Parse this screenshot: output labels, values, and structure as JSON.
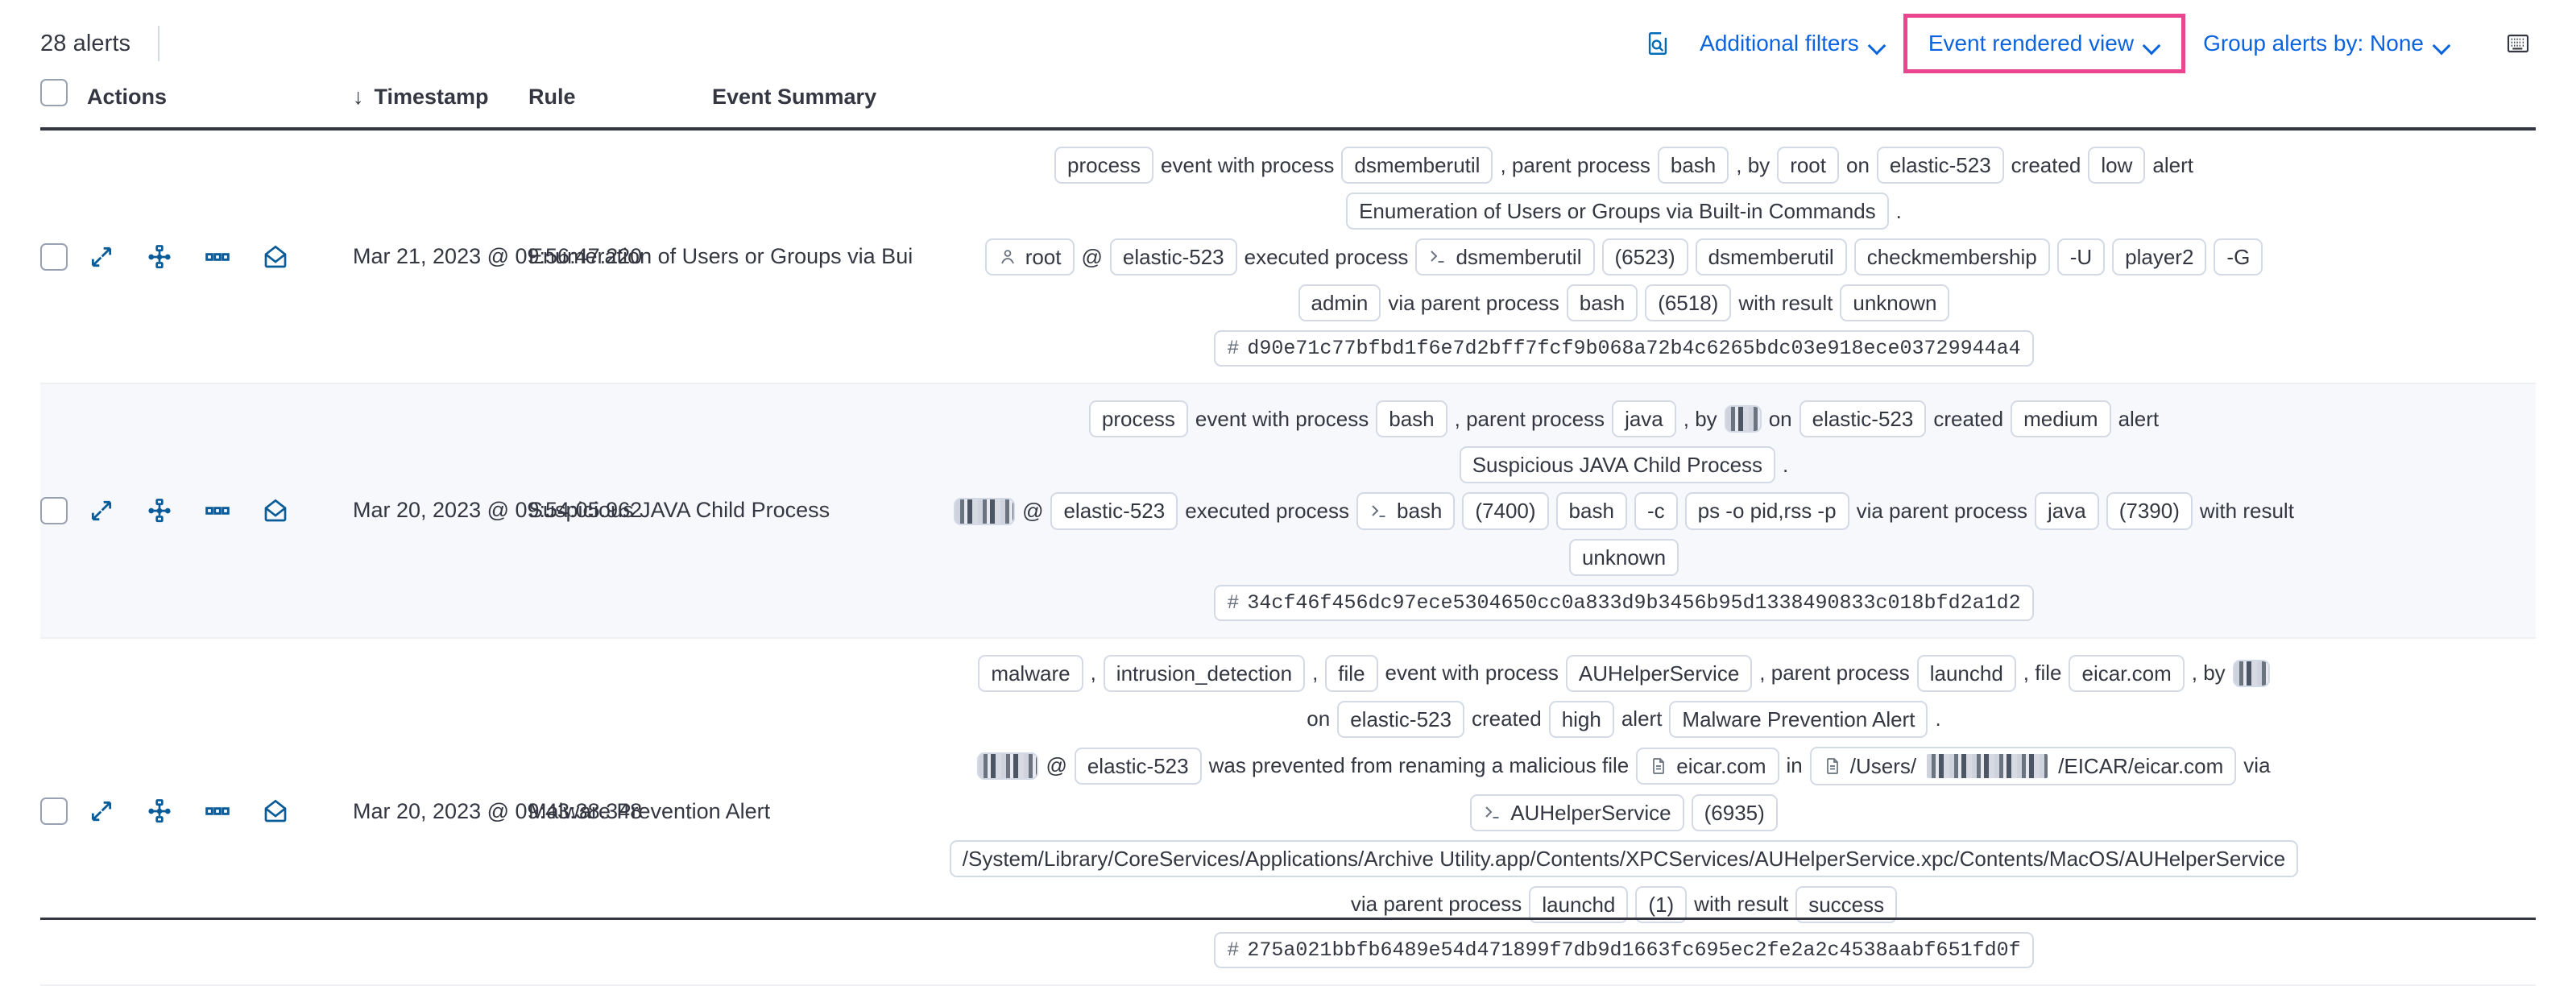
{
  "toolbar": {
    "alerts_count": "28 alerts",
    "inspect_icon": "inspect-icon",
    "additional_filters": "Additional filters",
    "event_rendered_view": "Event rendered view",
    "group_alerts_by": "Group alerts by: None",
    "keyboard_icon": "keyboard-shortcuts-icon",
    "highlight_color": "#e9468f",
    "link_color": "#0b64dd"
  },
  "table": {
    "headers": {
      "select_all": "",
      "actions": "Actions",
      "timestamp": "Timestamp",
      "sort_arrow": "↓",
      "rule": "Rule",
      "event_summary": "Event Summary"
    },
    "row_actions": [
      "expand-icon",
      "analyzer-icon",
      "more-actions-icon",
      "session-view-icon"
    ],
    "rows": [
      {
        "timestamp": "Mar 21, 2023 @ 09:56:47.220",
        "rule": "Enumeration of Users or Groups via Bui",
        "summary_lines": [
          [
            {
              "t": "chip",
              "v": "process"
            },
            {
              "t": "txt",
              "v": "event with process"
            },
            {
              "t": "chip",
              "v": "dsmemberutil"
            },
            {
              "t": "txt",
              "v": ", parent process"
            },
            {
              "t": "chip",
              "v": "bash"
            },
            {
              "t": "txt",
              "v": ", by"
            },
            {
              "t": "chip",
              "v": "root"
            },
            {
              "t": "txt",
              "v": "on"
            },
            {
              "t": "chip",
              "v": "elastic-523"
            },
            {
              "t": "txt",
              "v": "created"
            },
            {
              "t": "chip",
              "v": "low"
            },
            {
              "t": "txt",
              "v": "alert"
            }
          ],
          [
            {
              "t": "chip",
              "v": "Enumeration of Users or Groups via Built-in Commands"
            },
            {
              "t": "txt",
              "v": "."
            }
          ],
          [
            {
              "t": "chip",
              "v": "root",
              "icon": "user-icon"
            },
            {
              "t": "txt",
              "v": "@"
            },
            {
              "t": "chip",
              "v": "elastic-523"
            },
            {
              "t": "txt",
              "v": "executed process"
            },
            {
              "t": "chip",
              "v": "dsmemberutil",
              "icon": "console-icon"
            },
            {
              "t": "chip",
              "v": "(6523)"
            },
            {
              "t": "chip",
              "v": "dsmemberutil"
            },
            {
              "t": "chip",
              "v": "checkmembership"
            },
            {
              "t": "chip",
              "v": "-U"
            },
            {
              "t": "chip",
              "v": "player2"
            },
            {
              "t": "chip",
              "v": "-G"
            }
          ],
          [
            {
              "t": "chip",
              "v": "admin"
            },
            {
              "t": "txt",
              "v": "via parent process"
            },
            {
              "t": "chip",
              "v": "bash"
            },
            {
              "t": "chip",
              "v": "(6518)"
            },
            {
              "t": "txt",
              "v": "with result"
            },
            {
              "t": "chip",
              "v": "unknown"
            }
          ],
          [
            {
              "t": "hash",
              "v": "d90e71c77bfbd1f6e7d2bff7fcf9b068a72b4c6265bdc03e918ece03729944a4",
              "pre": "#"
            }
          ]
        ]
      },
      {
        "timestamp": "Mar 20, 2023 @ 09:54:05.962",
        "rule": "Suspicious JAVA Child Process",
        "summary_lines": [
          [
            {
              "t": "chip",
              "v": "process"
            },
            {
              "t": "txt",
              "v": "event with process"
            },
            {
              "t": "chip",
              "v": "bash"
            },
            {
              "t": "txt",
              "v": ", parent process"
            },
            {
              "t": "chip",
              "v": "java"
            },
            {
              "t": "txt",
              "v": ", by"
            },
            {
              "t": "redacted",
              "v": ""
            },
            {
              "t": "txt",
              "v": "on"
            },
            {
              "t": "chip",
              "v": "elastic-523"
            },
            {
              "t": "txt",
              "v": "created"
            },
            {
              "t": "chip",
              "v": "medium"
            },
            {
              "t": "txt",
              "v": "alert"
            }
          ],
          [
            {
              "t": "chip",
              "v": "Suspicious JAVA Child Process"
            },
            {
              "t": "txt",
              "v": "."
            }
          ],
          [
            {
              "t": "redacted",
              "v": "",
              "wide": true
            },
            {
              "t": "txt",
              "v": "@"
            },
            {
              "t": "chip",
              "v": "elastic-523"
            },
            {
              "t": "txt",
              "v": "executed process"
            },
            {
              "t": "chip",
              "v": "bash",
              "icon": "console-icon"
            },
            {
              "t": "chip",
              "v": "(7400)"
            },
            {
              "t": "chip",
              "v": "bash"
            },
            {
              "t": "chip",
              "v": "-c"
            },
            {
              "t": "chip",
              "v": "ps -o pid,rss -p"
            },
            {
              "t": "txt",
              "v": "via parent process"
            },
            {
              "t": "chip",
              "v": "java"
            },
            {
              "t": "chip",
              "v": "(7390)"
            },
            {
              "t": "txt",
              "v": "with result"
            }
          ],
          [
            {
              "t": "chip",
              "v": "unknown"
            }
          ],
          [
            {
              "t": "hash",
              "v": "34cf46f456dc97ece5304650cc0a833d9b3456b95d1338490833c018bfd2a1d2",
              "pre": "#"
            }
          ]
        ]
      },
      {
        "timestamp": "Mar 20, 2023 @ 09:43:38.348",
        "rule": "Malware Prevention Alert",
        "summary_lines": [
          [
            {
              "t": "chip",
              "v": "malware"
            },
            {
              "t": "txt",
              "v": ","
            },
            {
              "t": "chip",
              "v": "intrusion_detection"
            },
            {
              "t": "txt",
              "v": ","
            },
            {
              "t": "chip",
              "v": "file"
            },
            {
              "t": "txt",
              "v": "event with process"
            },
            {
              "t": "chip",
              "v": "AUHelperService"
            },
            {
              "t": "txt",
              "v": ", parent process"
            },
            {
              "t": "chip",
              "v": "launchd"
            },
            {
              "t": "txt",
              "v": ", file"
            },
            {
              "t": "chip",
              "v": "eicar.com"
            },
            {
              "t": "txt",
              "v": ", by"
            },
            {
              "t": "redacted",
              "v": ""
            }
          ],
          [
            {
              "t": "txt",
              "v": "on"
            },
            {
              "t": "chip",
              "v": "elastic-523"
            },
            {
              "t": "txt",
              "v": "created"
            },
            {
              "t": "chip",
              "v": "high"
            },
            {
              "t": "txt",
              "v": "alert"
            },
            {
              "t": "chip",
              "v": "Malware Prevention Alert"
            },
            {
              "t": "txt",
              "v": "."
            }
          ],
          [
            {
              "t": "redacted",
              "v": "",
              "wide": true
            },
            {
              "t": "txt",
              "v": "@"
            },
            {
              "t": "chip",
              "v": "elastic-523"
            },
            {
              "t": "txt",
              "v": "was prevented from renaming a malicious file"
            },
            {
              "t": "chip",
              "v": "eicar.com",
              "icon": "file-icon"
            },
            {
              "t": "txt",
              "v": "in"
            },
            {
              "t": "chip-redacted-path",
              "v": "/Users/",
              "v2": "/EICAR/eicar.com",
              "icon": "file-icon"
            },
            {
              "t": "txt",
              "v": "via"
            }
          ],
          [
            {
              "t": "chip",
              "v": "AUHelperService",
              "icon": "console-icon"
            },
            {
              "t": "chip",
              "v": "(6935)"
            }
          ],
          [
            {
              "t": "chip",
              "v": "/System/Library/CoreServices/Applications/Archive Utility.app/Contents/XPCServices/AUHelperService.xpc/Contents/MacOS/AUHelperService"
            }
          ],
          [
            {
              "t": "txt",
              "v": "via parent process"
            },
            {
              "t": "chip",
              "v": "launchd"
            },
            {
              "t": "chip",
              "v": "(1)"
            },
            {
              "t": "txt",
              "v": "with result"
            },
            {
              "t": "chip",
              "v": "success"
            }
          ],
          [
            {
              "t": "hash",
              "v": "275a021bbfb6489e54d471899f7db9d1663fc695ec2fe2a2c4538aabf651fd0f",
              "pre": "#"
            }
          ]
        ]
      }
    ]
  }
}
